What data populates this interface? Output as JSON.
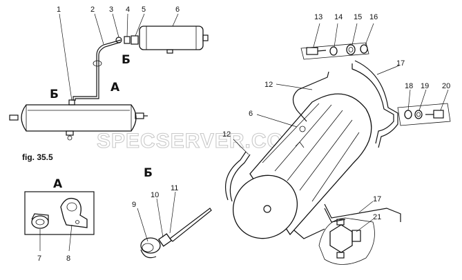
{
  "figure_label": "fig. 35.5",
  "watermark": "SPECSERVER.COM",
  "view_letters": {
    "a_top": "А",
    "b_top1": "Б",
    "b_top2": "Б",
    "a_view": "А",
    "b_view": "Б"
  },
  "callouts": {
    "n1": "1",
    "n2": "2",
    "n3": "3",
    "n4": "4",
    "n5": "5",
    "n6": "6",
    "n6b": "6",
    "n7": "7",
    "n8": "8",
    "n9": "9",
    "n10": "10",
    "n11": "11",
    "n12": "12",
    "n12b": "12",
    "n13": "13",
    "n14": "14",
    "n15": "15",
    "n16": "16",
    "n17": "17",
    "n17b": "17",
    "n18": "18",
    "n19": "19",
    "n20": "20",
    "n21": "21"
  }
}
